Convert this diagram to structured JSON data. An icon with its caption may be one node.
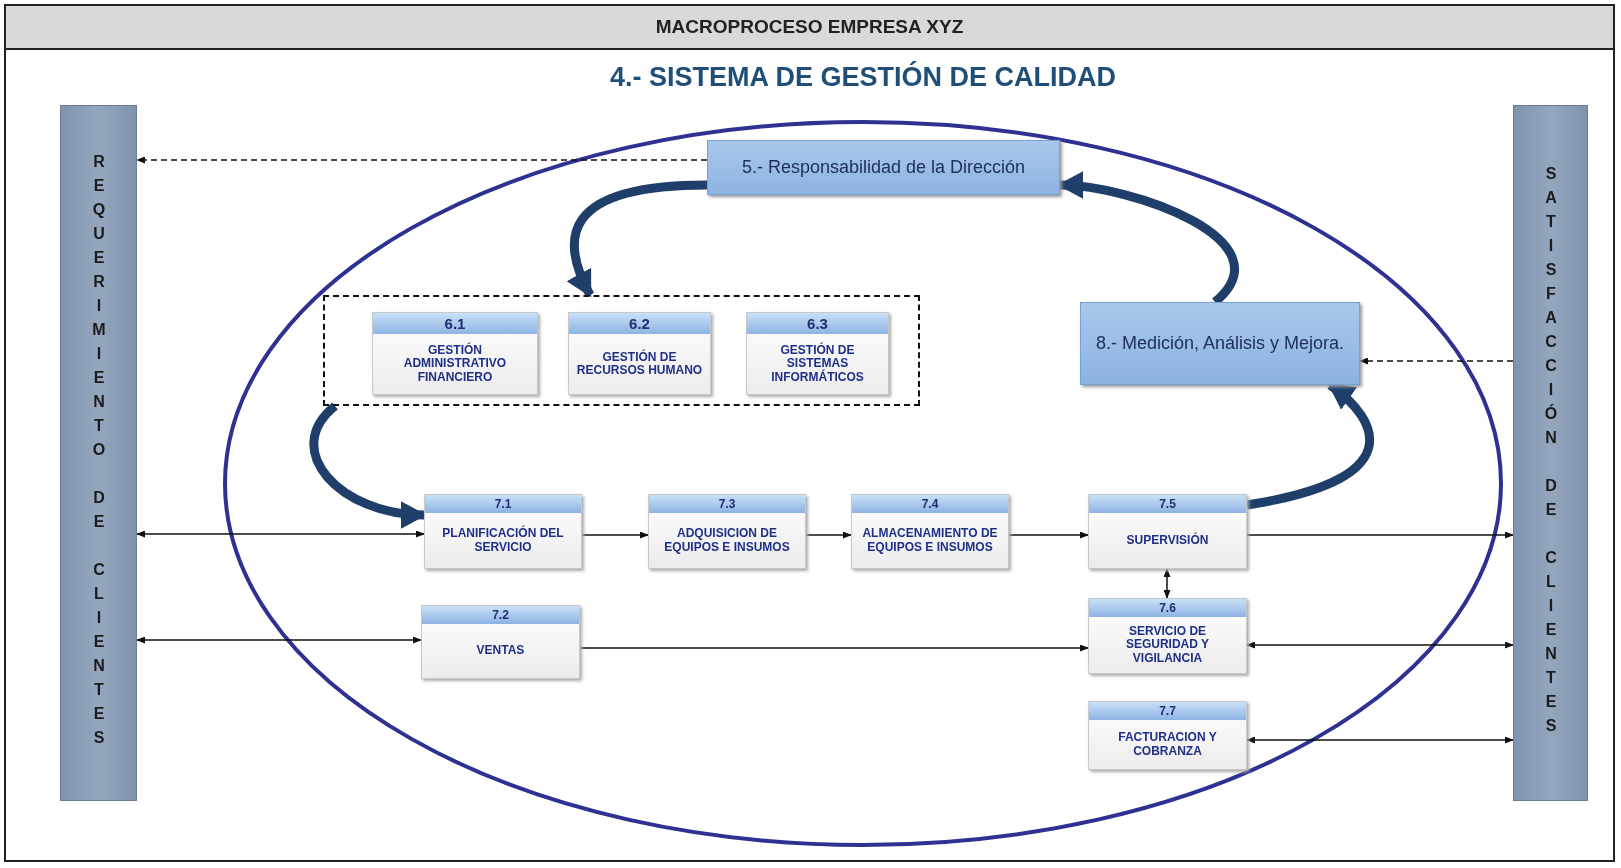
{
  "diagram": {
    "title": "MACROPROCESO EMPRESA XYZ",
    "nodes": [
      {
        "text": [
          "REQUERIMIENTO DE CLIENTES"
        ]
      },
      {
        "text": [
          "4.- SISTEMA DE GESTIÓN DE CALIDAD"
        ]
      },
      {
        "text": [
          "5.- Responsabilidad de la Dirección"
        ],
        "in": 1
      },
      {
        "text": [],
        "shape": "box",
        "in": 1
      },
      {
        "text": [
          "6.1",
          "GESTIÓN ADMINISTRATIVO FINANCIERO"
        ],
        "in": 3
      },
      {
        "text": [
          "6.2",
          "GESTIÓN DE RECURSOS HUMANO"
        ],
        "in": 3
      },
      {
        "text": [
          "6.3",
          "GESTIÓN DE SISTEMAS INFORMÁTICOS"
        ],
        "in": 3
      },
      {
        "text": [
          "8.- Medición, Análisis y Mejora."
        ],
        "in": 1
      },
      {
        "text": [
          "7.1",
          "PLANIFICACIÓN DEL SERVICIO"
        ],
        "in": 1
      },
      {
        "text": [
          "7.3",
          "ADQUISICION DE EQUIPOS E INSUMOS"
        ],
        "in": 1
      },
      {
        "text": [
          "7.4",
          "ALMACENAMIENTO DE EQUIPOS E INSUMOS"
        ],
        "in": 1
      },
      {
        "text": [
          "7.5",
          "SUPERVISIÓN"
        ],
        "in": 1
      },
      {
        "text": [
          "7.2",
          "VENTAS"
        ],
        "in": 1
      },
      {
        "text": [
          "7.6",
          "SERVICIO DE SEGURIDAD Y VIGILANCIA"
        ],
        "in": 1
      },
      {
        "text": [
          "7.7",
          "FACTURACION Y COBRANZA"
        ],
        "in": 1
      },
      {
        "text": [
          "SATISFACCIÓN DE CLIENTES"
        ]
      }
    ],
    "edges": [
      {
        "from": 2,
        "to": 0,
        "arrow": "to",
        "style": "dashed"
      },
      {
        "from": 2,
        "to": 3,
        "arrow": "to",
        "style": "thick",
        "color": "#1f3f6a"
      },
      {
        "from": 7,
        "to": 2,
        "arrow": "to",
        "style": "thick",
        "color": "#1f3f6a"
      },
      {
        "from": 15,
        "to": 7,
        "arrow": "to",
        "style": "dashed"
      },
      {
        "from": 3,
        "to": 8,
        "arrow": "to",
        "style": "thick",
        "color": "#1f3f6a"
      },
      {
        "from": 11,
        "to": 7,
        "arrow": "to",
        "style": "thick",
        "color": "#1f3f6a"
      },
      {
        "from": 0,
        "to": 8,
        "arrow": "both"
      },
      {
        "from": 8,
        "to": 9,
        "arrow": "to"
      },
      {
        "from": 9,
        "to": 10,
        "arrow": "to"
      },
      {
        "from": 10,
        "to": 11,
        "arrow": "to"
      },
      {
        "from": 11,
        "to": 15,
        "arrow": "to"
      },
      {
        "from": 11,
        "to": 13,
        "arrow": "both"
      },
      {
        "from": 0,
        "to": 12,
        "arrow": "both"
      },
      {
        "from": 12,
        "to": 13,
        "arrow": "to"
      },
      {
        "from": 13,
        "to": 15,
        "arrow": "both"
      },
      {
        "from": 14,
        "to": 15,
        "arrow": "both"
      }
    ]
  }
}
